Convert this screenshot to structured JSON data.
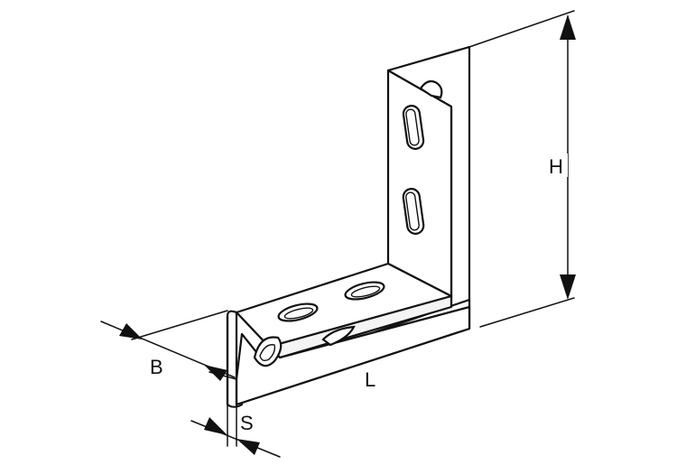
{
  "diagram": {
    "dimension_labels": {
      "height": "H",
      "length": "L",
      "width": "B",
      "thickness": "S"
    }
  }
}
